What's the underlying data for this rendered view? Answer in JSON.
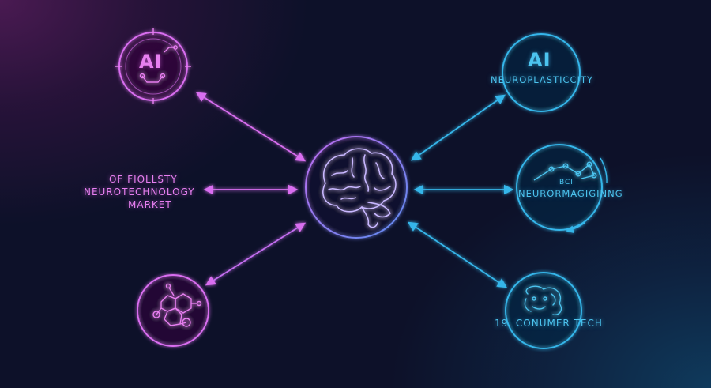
{
  "colors": {
    "pink": "#d96ef0",
    "violet": "#a86cf2",
    "blue": "#36b6ea",
    "background_dark": "#0d1129"
  },
  "nodes": {
    "center": {
      "icon": "brain-icon"
    },
    "top_left": {
      "icon_text": "AI",
      "icon": "ai-circuit-icon"
    },
    "mid_left": {
      "line1": "OF FIOLLSTY",
      "line2": "NEUROTECHNOLOGY",
      "line3": "MARKET"
    },
    "bottom_left": {
      "icon": "molecule-network-icon"
    },
    "top_right": {
      "icon_text": "AI",
      "label": "NEUROPLASTICCITY"
    },
    "mid_right": {
      "icon_text": "BCI",
      "label": "NEURORMAGIGINNG",
      "icon": "network-graph-icon"
    },
    "bottom_right": {
      "label": "19. CONUMER TECH",
      "icon": "face-profile-icon"
    }
  }
}
